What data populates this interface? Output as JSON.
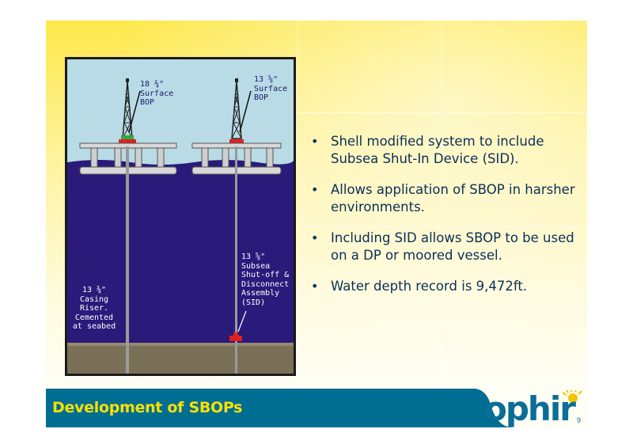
{
  "slide": {
    "title": "Development of SBOPs",
    "page_number": "9",
    "logo_text": "ophir"
  },
  "diagram": {
    "labels": {
      "left_surface_bop": "18 ¾\"\nSurface\nBOP",
      "right_surface_bop": "13 ⅝\"\nSurface\nBOP",
      "casing_riser": "13 ⅜\"\nCasing\nRiser.\nCemented\nat seabed",
      "subsea_assembly": "13 ⅝\"\nSubsea\nShut-off &\nDisconnect\nAssembly\n(SID)"
    }
  },
  "bullets": [
    "Shell modified system to include Subsea Shut-In Device (SID).",
    "Allows application of SBOP in harsher environments.",
    "Including SID allows SBOP to be used on a DP or moored vessel.",
    "Water depth record is 9,472ft."
  ],
  "colors": {
    "title_bar": "#006e93",
    "title_text": "#fde000",
    "sea": "#2a1a7a",
    "seabed": "#7a7058",
    "bop": "#e02020",
    "bullet_text": "#0a2f57"
  }
}
